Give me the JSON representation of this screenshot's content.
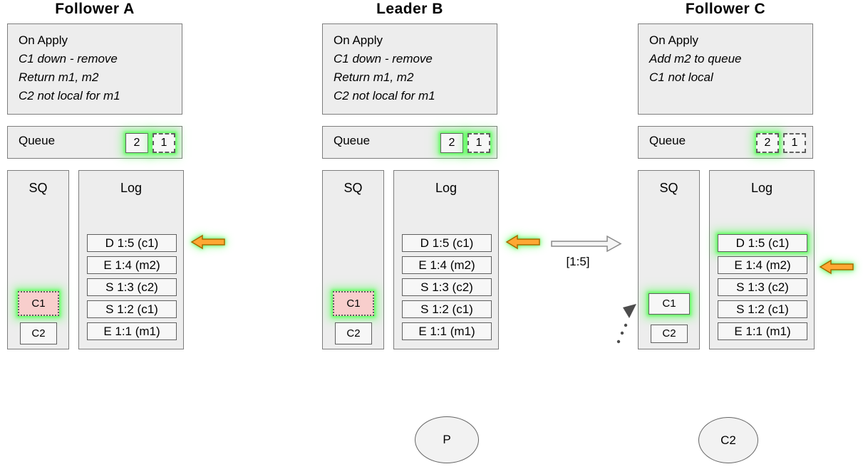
{
  "nodes": [
    {
      "title": "Follower A",
      "on_apply": {
        "title": "On Apply",
        "lines": [
          "C1 down - remove",
          "Return m1, m2",
          "C2 not local for m1"
        ]
      },
      "queue": {
        "label": "Queue",
        "items": [
          {
            "label": "2",
            "border": "solid",
            "glow": true
          },
          {
            "label": "1",
            "border": "dashed",
            "glow": true
          }
        ]
      },
      "sq": {
        "title": "SQ",
        "items": [
          {
            "label": "C1",
            "state": "pending-removal",
            "glow": true
          },
          {
            "label": "C2",
            "state": "normal",
            "glow": false
          }
        ]
      },
      "log": {
        "title": "Log",
        "entries": [
          "D 1:5 (c1)",
          "E 1:4 (m2)",
          "S 1:3 (c2)",
          "S 1:2 (c1)",
          "E 1:1 (m1)"
        ],
        "apply_arrow_at": "D 1:5 (c1)"
      }
    },
    {
      "title": "Leader B",
      "on_apply": {
        "title": "On Apply",
        "lines": [
          "C1 down - remove",
          "Return m1, m2",
          "C2 not local for m1"
        ]
      },
      "queue": {
        "label": "Queue",
        "items": [
          {
            "label": "2",
            "border": "solid",
            "glow": true
          },
          {
            "label": "1",
            "border": "dashed",
            "glow": true
          }
        ]
      },
      "sq": {
        "title": "SQ",
        "items": [
          {
            "label": "C1",
            "state": "pending-removal",
            "glow": true
          },
          {
            "label": "C2",
            "state": "normal",
            "glow": false
          }
        ]
      },
      "log": {
        "title": "Log",
        "entries": [
          "D 1:5 (c1)",
          "E 1:4 (m2)",
          "S 1:3 (c2)",
          "S 1:2 (c1)",
          "E 1:1 (m1)"
        ],
        "apply_arrow_at": "D 1:5 (c1)"
      }
    },
    {
      "title": "Follower C",
      "on_apply": {
        "title": "On Apply",
        "lines": [
          "Add m2 to queue",
          "C1 not local"
        ]
      },
      "queue": {
        "label": "Queue",
        "items": [
          {
            "label": "2",
            "border": "dashed",
            "glow": true
          },
          {
            "label": "1",
            "border": "dashed",
            "glow": false
          }
        ]
      },
      "sq": {
        "title": "SQ",
        "items": [
          {
            "label": "C1",
            "state": "normal",
            "glow": true
          },
          {
            "label": "C2",
            "state": "normal",
            "glow": false
          }
        ]
      },
      "log": {
        "title": "Log",
        "entries": [
          "D 1:5 (c1)",
          "E 1:4 (m2)",
          "S 1:3 (c2)",
          "S 1:2 (c1)",
          "E 1:1 (m1)"
        ],
        "glow_entry": "D 1:5 (c1)",
        "apply_arrow_at": "E 1:4 (m2)"
      }
    }
  ],
  "replication": {
    "label": "[1:5]"
  },
  "ellipses": [
    {
      "label": "P"
    },
    {
      "label": "C2"
    }
  ],
  "colors": {
    "glow_green": "#5cff5c",
    "arrow_orange_fill": "#ffa733",
    "arrow_orange_border": "#a66a00",
    "pending_pink": "#f8cecc",
    "box_fill": "#ededed",
    "chip_fill": "#f7f7f7",
    "border_gray": "#5f5f5f"
  }
}
